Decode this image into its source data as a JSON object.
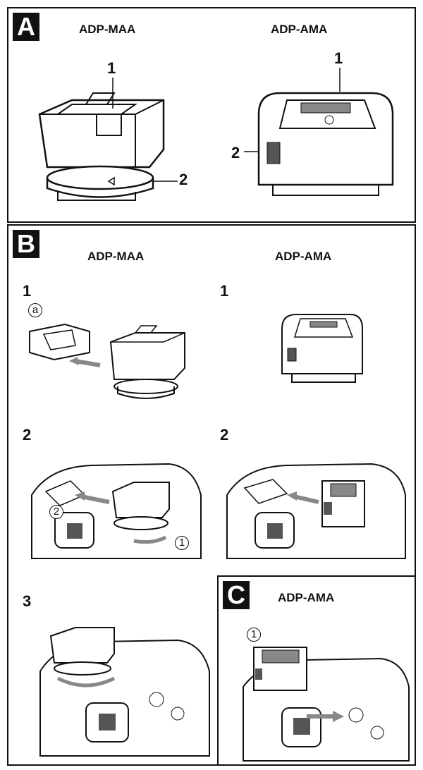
{
  "panel_a": {
    "badge": "A",
    "left_model": "ADP-MAA",
    "right_model": "ADP-AMA",
    "left_callouts": [
      "1",
      "2"
    ],
    "right_callouts": [
      "1",
      "2"
    ]
  },
  "panel_b": {
    "badge": "B",
    "left_model": "ADP-MAA",
    "right_model": "ADP-AMA",
    "left_steps": [
      "1",
      "2",
      "3"
    ],
    "right_steps": [
      "1",
      "2"
    ],
    "cap_marker": "a",
    "step2_markers": [
      "2",
      "1"
    ]
  },
  "panel_c": {
    "badge": "C",
    "model": "ADP-AMA",
    "marker": "1"
  }
}
